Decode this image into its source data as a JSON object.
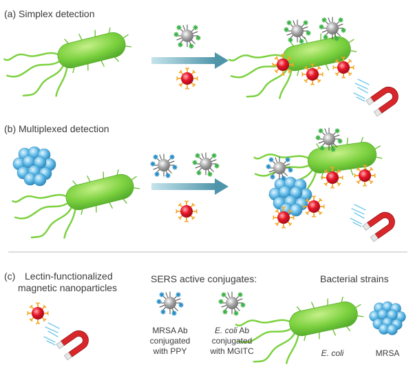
{
  "panels": {
    "a": {
      "title": "(a) Simplex detection"
    },
    "b": {
      "title": "(b) Multiplexed detection"
    }
  },
  "legend": {
    "c_prefix": "(c)",
    "c_line1": "Lectin-functionalized",
    "c_line2": "magnetic nanoparticles",
    "sers_title": "SERS active conjugates:",
    "strains_title": "Bacterial strains",
    "mrsa_ab_line1": "MRSA Ab",
    "mrsa_ab_line2": "conjugated",
    "mrsa_ab_line3": "with PPY",
    "ecoli_ab_italic": "E. coli",
    "ecoli_ab_rest": " Ab",
    "ecoli_ab_line2": "conjugated",
    "ecoli_ab_line3": "with MGITC",
    "ecoli_label": "E. coli",
    "mrsa_label": "MRSA"
  },
  "colors": {
    "bacterium": "#7cd13f",
    "bacterium_dark": "#4fa82a",
    "mrsa": "#5cb8e6",
    "arrow": "#5fa3b5",
    "nanoparticle_core": "#e8162b",
    "lectin": "#f5a623",
    "magnet": "#d8272a",
    "sers_core": "#9a9a9a",
    "ppy_tag": "#2a8fc8",
    "mgitc_tag": "#3fb34a"
  }
}
